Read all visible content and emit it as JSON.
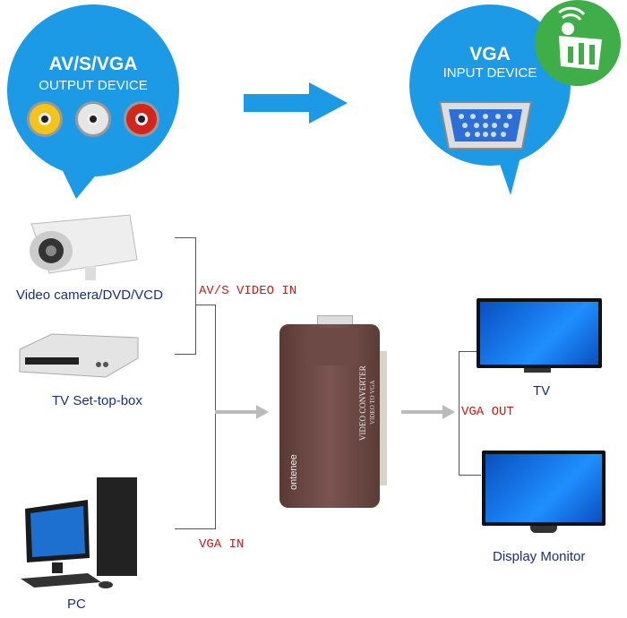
{
  "output_bubble": {
    "title": "AV/S/VGA",
    "subtitle": "OUTPUT DEVICE"
  },
  "input_bubble": {
    "title": "VGA",
    "subtitle": "INPUT DEVICE"
  },
  "sources": [
    {
      "label": "Video camera/DVD/VCD"
    },
    {
      "label": "TV Set-top-box"
    },
    {
      "label": "PC"
    }
  ],
  "ports": {
    "av_in": "AV/S VIDEO IN",
    "vga_in": "VGA IN",
    "vga_out": "VGA OUT"
  },
  "converter": {
    "brand": "ontenee",
    "line1": "VIDEO CONVERTER",
    "line2": "VIDEO TO VGA"
  },
  "outputs": [
    {
      "label": "TV"
    },
    {
      "label": "Display Monitor"
    }
  ],
  "colors": {
    "bubble": "#1c9ae6",
    "label": "#1a2f7a",
    "port_label": "#c0201a",
    "logo": "#3fae49"
  }
}
